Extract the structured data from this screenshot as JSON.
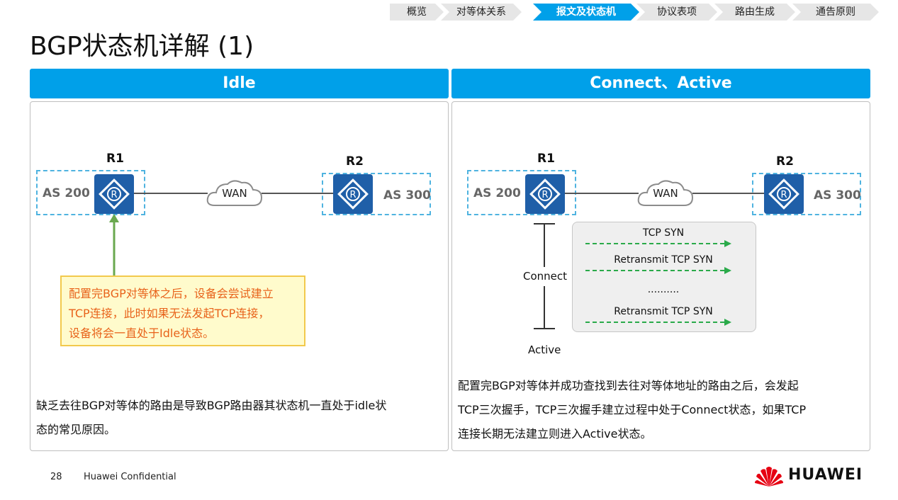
{
  "nav": {
    "items": [
      "概览",
      "对等体关系",
      "报文及状态机",
      "协议表项",
      "路由生成",
      "通告原则"
    ],
    "active_index": 2
  },
  "title": "BGP状态机详解 (1)",
  "left": {
    "header": "Idle",
    "r1": "R1",
    "r2": "R2",
    "as_left": "AS 200",
    "as_right": "AS 300",
    "wan": "WAN",
    "callout": [
      "配置完BGP对等体之后，设备会尝试建立",
      "TCP连接，此时如果无法发起TCP连接，",
      "设备将会一直处于Idle状态。"
    ],
    "body": [
      "缺乏去往BGP对等体的路由是导致BGP路由器其状态机一直处于idle状",
      "态的常见原因。"
    ]
  },
  "right": {
    "header": "Connect、Active",
    "r1": "R1",
    "r2": "R2",
    "as_left": "AS 200",
    "as_right": "AS 300",
    "wan": "WAN",
    "connect_label": "Connect",
    "active_label": "Active",
    "messages": [
      "TCP SYN",
      "Retransmit TCP SYN",
      "..........",
      "Retransmit TCP SYN"
    ],
    "body": [
      "配置完BGP对等体并成功查找到去往对等体地址的路由之后，会发起",
      "TCP三次握手，TCP三次握手建立过程中处于Connect状态，如果TCP",
      "连接长期无法建立则进入Active状态。"
    ]
  },
  "footer": {
    "page": "28",
    "confidential": "Huawei Confidential",
    "brand": "HUAWEI"
  },
  "colors": {
    "accent": "#00a0e9",
    "router": "#1f5fa8",
    "arrow": "#2aaa4a",
    "callout_text": "#e8631b",
    "logo": "#e60012"
  }
}
